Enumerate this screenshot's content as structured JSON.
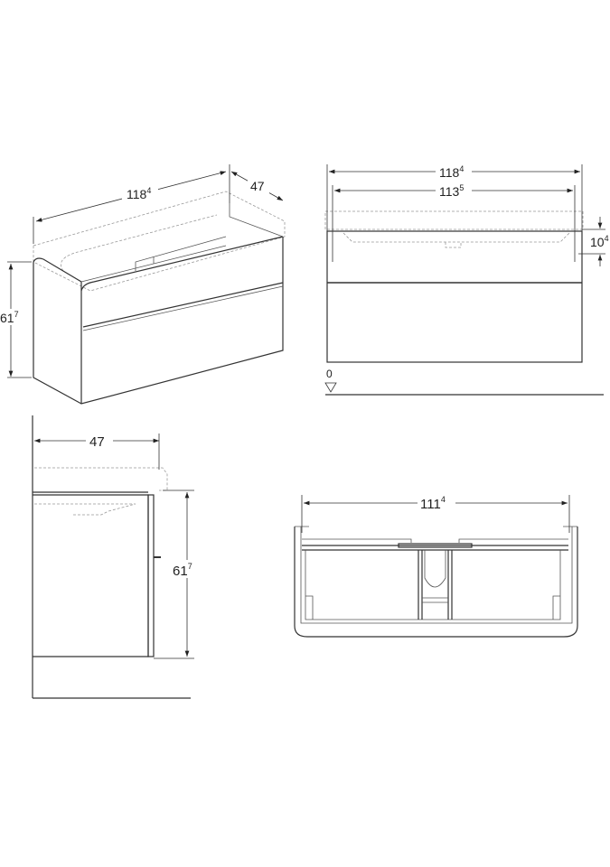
{
  "views": {
    "isometric": {
      "width": {
        "base": "118",
        "sup": "4"
      },
      "depth": {
        "base": "47",
        "sup": ""
      },
      "height": {
        "base": "61",
        "sup": "7"
      }
    },
    "front": {
      "overall_width": {
        "base": "118",
        "sup": "4"
      },
      "inner_width": {
        "base": "113",
        "sup": "5"
      },
      "top_offset": {
        "base": "10",
        "sup": "4"
      },
      "floor_level": "0"
    },
    "side": {
      "depth": "47",
      "height": {
        "base": "61",
        "sup": "7"
      }
    },
    "top": {
      "inner_width": {
        "base": "111",
        "sup": "4"
      }
    }
  }
}
